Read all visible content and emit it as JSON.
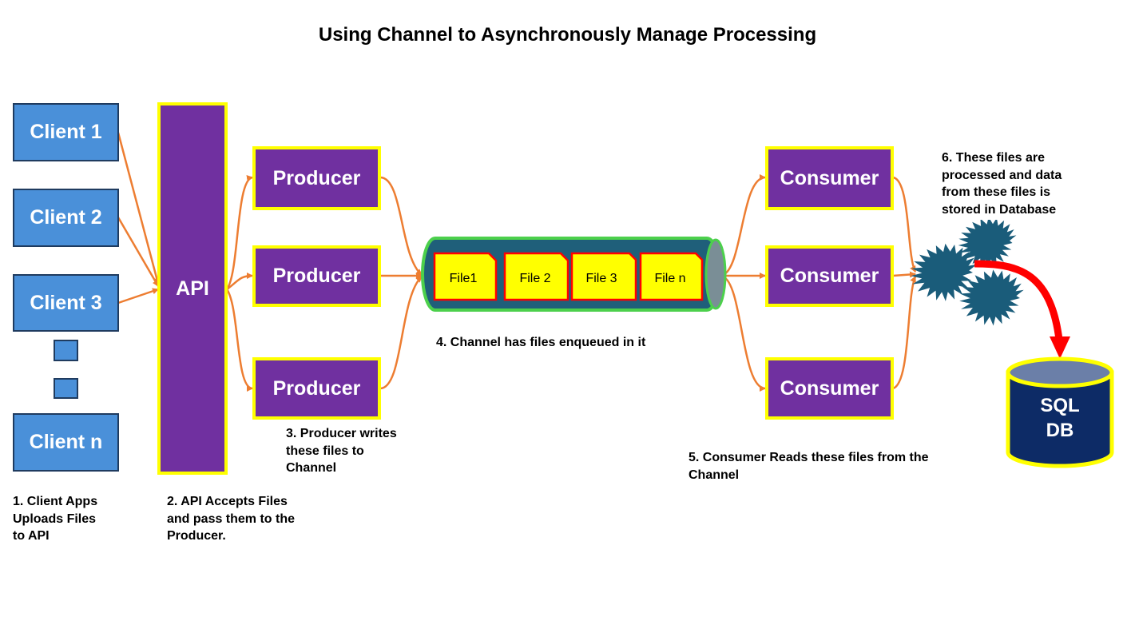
{
  "title": "Using Channel to Asynchronously Manage Processing",
  "clients": [
    "Client 1",
    "Client 2",
    "Client 3",
    "Client n"
  ],
  "api": "API",
  "producers": [
    "Producer",
    "Producer",
    "Producer"
  ],
  "consumers": [
    "Consumer",
    "Consumer",
    "Consumer"
  ],
  "files": [
    "File1",
    "File 2",
    "File 3",
    "File n"
  ],
  "database": {
    "line1": "SQL",
    "line2": "DB"
  },
  "notes": {
    "n1": [
      "1. Client Apps",
      "Uploads Files",
      "to API"
    ],
    "n2": [
      "2. API Accepts Files",
      "and pass them to the",
      "Producer."
    ],
    "n3": [
      "3. Producer writes",
      "these files to",
      "Channel"
    ],
    "n4": [
      "4. Channel has files enqueued in it"
    ],
    "n5": [
      "5. Consumer Reads these files from the",
      "Channel"
    ],
    "n6": [
      "6. These files are",
      "processed and data",
      "from these files is",
      "stored in Database"
    ]
  },
  "colors": {
    "client_fill": "#4a90d9",
    "node_fill": "#7030a0",
    "node_border": "#ffff00",
    "arrow": "#ed7d31",
    "channel_body": "#1f5f7a",
    "channel_border": "#4cd04c",
    "file_fill": "#ffff00",
    "file_border": "#ff0000",
    "burst_fill": "#1a5c7a",
    "db_fill": "#0d2b66",
    "db_arrow": "#ff0000"
  }
}
